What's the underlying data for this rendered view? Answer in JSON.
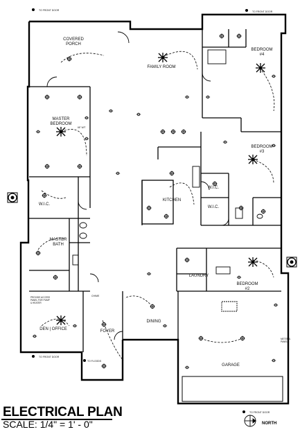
{
  "plan": {
    "title": "ELECTRICAL PLAN",
    "scale": "SCALE: 1/4\" = 1' - 0\"",
    "north": "NORTH"
  },
  "rooms": {
    "covered_porch": [
      "COVERED",
      "PORCH"
    ],
    "family_room": "FAMILY ROOM",
    "bedroom_4": [
      "BEDROOM",
      "#4"
    ],
    "master_bedroom": [
      "MASTER",
      "BEDROOM"
    ],
    "bedroom_3": [
      "BEDROOM",
      "#3"
    ],
    "wic_master": "W.I.C.",
    "kitchen": "KITCHEN",
    "wic_b3": "W.I.C.",
    "wic_b2": "W.I.C.",
    "master_bath": [
      "MASTER",
      "BATH"
    ],
    "laundry": "LAUNDRY",
    "bedroom_2": [
      "BEDROOM",
      "#2"
    ],
    "den_office": "DEN | OFFICE",
    "foyer": "FOYER",
    "dining": "DINING",
    "garage": "GARAGE"
  },
  "notes": {
    "to_front_door_top_left": "TO FRONT DOOR",
    "to_front_door_top_right": "TO FRONT DOOR",
    "to_front_door_bottom_left": "TO FRONT DOOR",
    "to_front_door_bottom_right": "TO FRONT DOOR",
    "to_floods": "TO FLOODS",
    "chime": "CHIME",
    "pool_panel": [
      "PROVIDE ACCESS",
      "PANEL FOR PUMP",
      "& HEATER"
    ],
    "meter": [
      "METER &",
      "PANEL"
    ],
    "fan_wt": "66\" W/T"
  }
}
